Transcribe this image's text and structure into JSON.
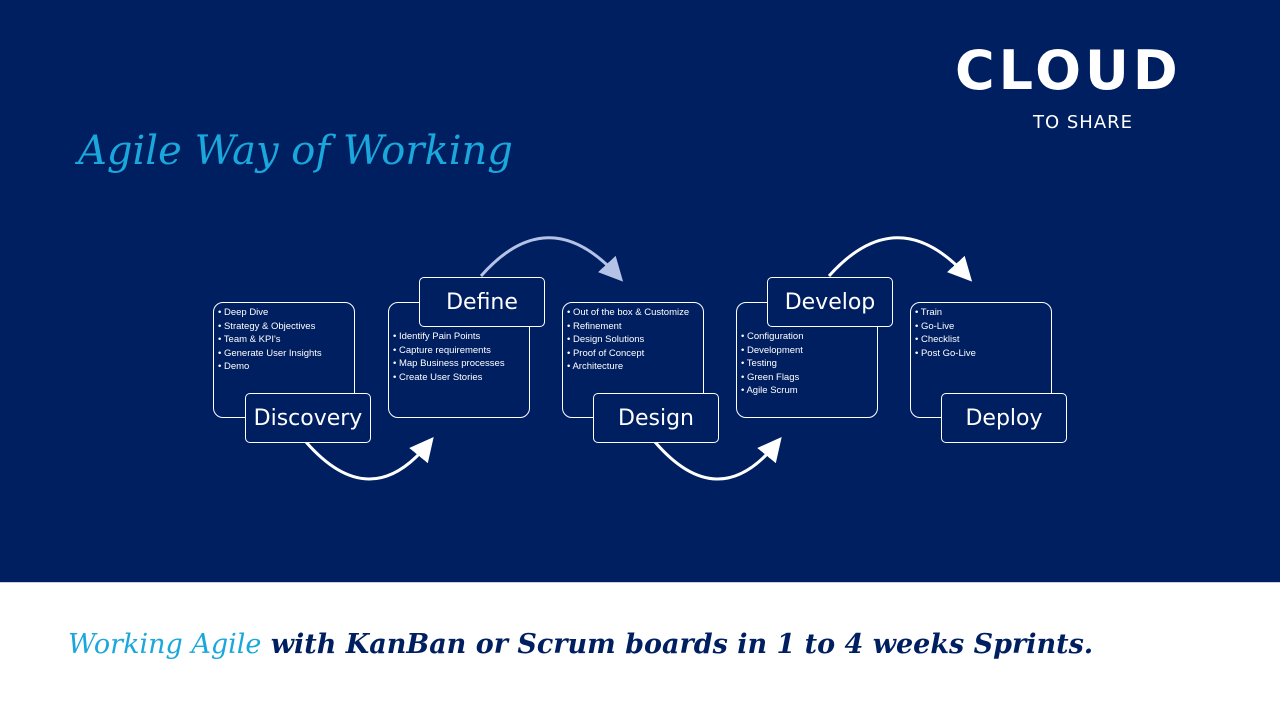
{
  "logo": {
    "main": "CLOUD",
    "sub": "TO SHARE"
  },
  "title": "Agile Way of Working",
  "phases": [
    {
      "label": "Discovery",
      "items": [
        "Deep Dive",
        "Strategy & Objectives",
        "Team & KPI's",
        "Generate User Insights",
        "Demo"
      ]
    },
    {
      "label": "Define",
      "items": [
        "Identify Pain Points",
        "Capture requirements",
        "Map Business processes",
        "Create User Stories"
      ]
    },
    {
      "label": "Design",
      "items": [
        "Out of the box & Customize",
        "Refinement",
        "Design Solutions",
        "Proof of Concept",
        "Architecture"
      ]
    },
    {
      "label": "Develop",
      "items": [
        "Configuration",
        "Development",
        "Testing",
        "Green Flags",
        "Agile Scrum"
      ]
    },
    {
      "label": "Deploy",
      "items": [
        "Train",
        "Go-Live",
        "Checklist",
        "Post Go-Live"
      ]
    }
  ],
  "tagline": {
    "highlight": "Working Agile",
    "rest": " with KanBan or Scrum boards in 1 to 4 weeks Sprints."
  },
  "colors": {
    "navy": "#001f61",
    "accent": "#1aa7dc"
  }
}
